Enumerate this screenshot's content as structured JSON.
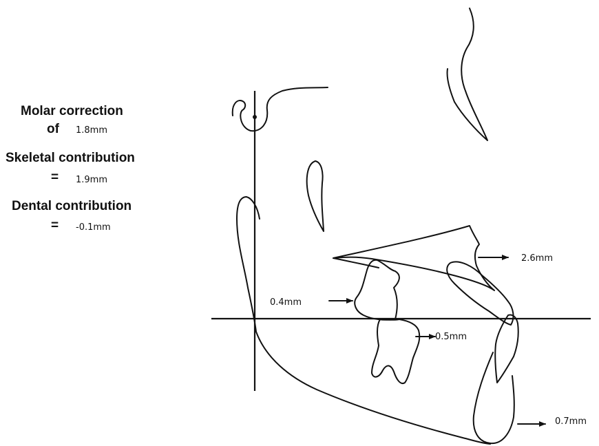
{
  "summary": {
    "molar_title": "Molar correction",
    "molar_prefix": "of",
    "molar_value": "1.8mm",
    "skeletal_title": "Skeletal contribution",
    "skeletal_prefix": "=",
    "skeletal_value": "1.9mm",
    "dental_title": "Dental contribution",
    "dental_prefix": "=",
    "dental_value": "-0.1mm"
  },
  "measurements": {
    "maxilla": "2.6mm",
    "upper_molar": "0.4mm",
    "lower_molar": "0.5mm",
    "chin": "0.7mm"
  },
  "colors": {
    "ink": "#111111",
    "background": "#ffffff"
  }
}
